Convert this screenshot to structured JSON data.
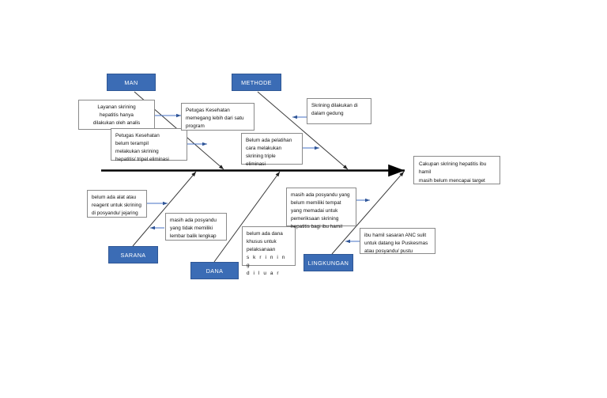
{
  "diagram": {
    "type": "fishbone-ishikawa",
    "background_color": "#ffffff",
    "category_fill": "#3B6CB5",
    "category_text_color": "#ffffff",
    "connector_color": "#4472C4",
    "spine_color": "#000000",
    "box_border_color": "#8a8a8a"
  },
  "effect": {
    "line1": "Cakupan skrining hepatitis ibu hamil",
    "line2": "masih belum mencapai target"
  },
  "categories": [
    {
      "id": "man",
      "label": "MAN",
      "position": "top"
    },
    {
      "id": "methode",
      "label": "METHODE",
      "position": "top"
    },
    {
      "id": "sarana",
      "label": "SARANA",
      "position": "bottom"
    },
    {
      "id": "dana",
      "label": "DANA",
      "position": "bottom"
    },
    {
      "id": "lingkungan",
      "label": "LINGKUNGAN",
      "position": "bottom"
    }
  ],
  "causes": {
    "man": [
      {
        "id": "man-c1",
        "align": "center",
        "lines": [
          "Layanan skrining",
          "hepatitis hanya",
          "dilakukan oleh analis"
        ]
      },
      {
        "id": "man-c2",
        "align": "left",
        "lines": [
          "Petugas Kesehatan",
          "belum terampil",
          "melakukan skrining",
          "hepatitis/ tripel eliminasi"
        ]
      },
      {
        "id": "man-c3",
        "align": "left",
        "lines": [
          "Petugas Kesehatan",
          "memegang lebih dari satu",
          "program"
        ]
      }
    ],
    "methode": [
      {
        "id": "methode-c1",
        "align": "left",
        "lines": [
          "Skrining dilakukan di",
          "dalam gedung"
        ]
      },
      {
        "id": "methode-c2",
        "align": "left",
        "lines": [
          "Belum ada pelatihan",
          "cara melakukan",
          "skrining triple",
          "eliminasi"
        ]
      }
    ],
    "sarana": [
      {
        "id": "sarana-c1",
        "align": "left",
        "lines": [
          "belum ada alat atau",
          "reagent untuk skrining",
          "di posyandu/ jejaring"
        ]
      },
      {
        "id": "sarana-c2",
        "align": "left",
        "lines": [
          "masih ada posyandu",
          "yang tidak memiliki",
          "lembar balik lengkap"
        ]
      }
    ],
    "dana": [
      {
        "id": "dana-c1",
        "align": "left",
        "lines": [
          "belum ada dana",
          "khusus untuk",
          "pelaksanaan",
          "s k r i n i n g",
          "d i l u a r"
        ]
      }
    ],
    "lingkungan": [
      {
        "id": "lingkungan-c1",
        "align": "left",
        "lines": [
          "masih ada posyandu yang",
          "belum memiliki tempat",
          "yang memadai untuk",
          "pemeriksaan skrining",
          "hepatitis bagi ibu hamil"
        ]
      },
      {
        "id": "lingkungan-c2",
        "align": "left",
        "lines": [
          "ibu hamil sasaran ANC sulit",
          "untuk datang ke Puskesmas",
          "atau posyandu/ pustu"
        ]
      }
    ]
  }
}
